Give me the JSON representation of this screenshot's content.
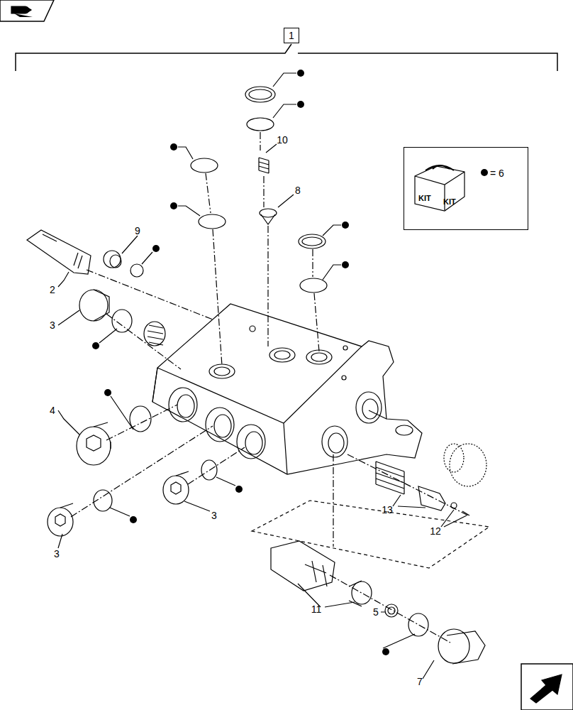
{
  "diagram": {
    "nodes": [
      {
        "text": [
          "1"
        ]
      },
      {
        "text": [
          "KIT",
          "KIT",
          "= 6"
        ]
      }
    ],
    "labels": [
      "10",
      "8",
      "9",
      "2",
      "3",
      "4",
      "3",
      "3",
      "13",
      "12",
      "11",
      "5",
      "7"
    ]
  }
}
